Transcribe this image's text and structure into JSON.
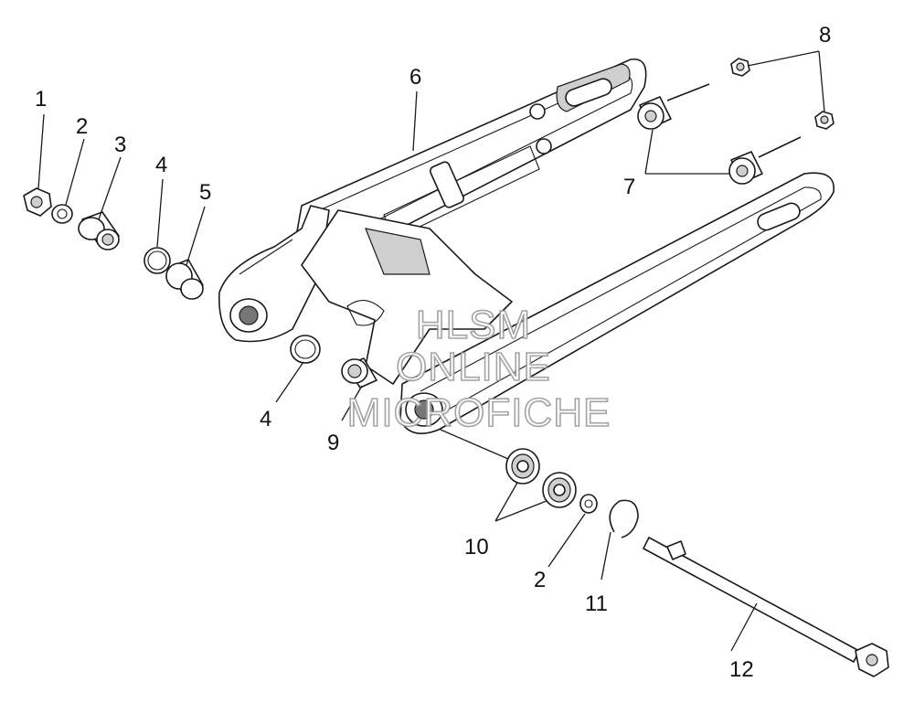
{
  "diagram": {
    "callouts": [
      {
        "id": "c1",
        "text": "1"
      },
      {
        "id": "c2a",
        "text": "2"
      },
      {
        "id": "c3",
        "text": "3"
      },
      {
        "id": "c4a",
        "text": "4"
      },
      {
        "id": "c5",
        "text": "5"
      },
      {
        "id": "c6",
        "text": "6"
      },
      {
        "id": "c7",
        "text": "7"
      },
      {
        "id": "c8",
        "text": "8"
      },
      {
        "id": "c4b",
        "text": "4"
      },
      {
        "id": "c9",
        "text": "9"
      },
      {
        "id": "c10",
        "text": "10"
      },
      {
        "id": "c2b",
        "text": "2"
      },
      {
        "id": "c11",
        "text": "11"
      },
      {
        "id": "c12",
        "text": "12"
      }
    ]
  },
  "watermark": {
    "line1": "HLSM",
    "line2": "ONLINE",
    "line3": "MICROFICHE"
  }
}
